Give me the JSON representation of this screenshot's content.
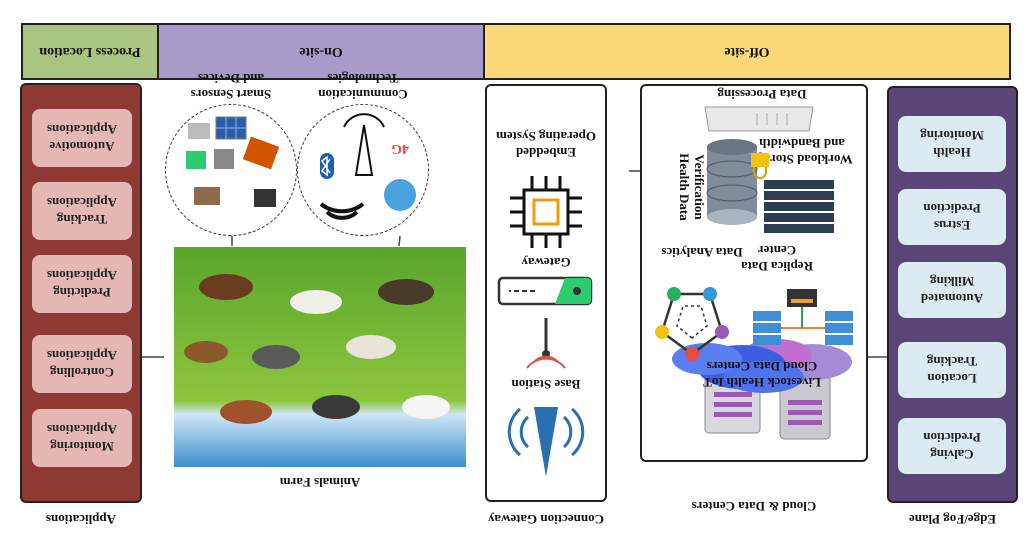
{
  "colors": {
    "process_location": "#a9c57f",
    "on_site": "#a89bc9",
    "off_site": "#fbd97a",
    "applications_panel": "#8e3a33",
    "application_pill": "#e6b8b5",
    "edge_panel": "#5a4577",
    "edge_pill": "#dcebf2"
  },
  "header": {
    "process_location": "Process Location",
    "on_site": "On-site",
    "off_site": "Off-site"
  },
  "applications": {
    "caption": "Applications",
    "items": [
      [
        "Monitoring",
        "Applications"
      ],
      [
        "Controlling",
        "Applications"
      ],
      [
        "Predicting",
        "Applications"
      ],
      [
        "Tracking",
        "Applications"
      ],
      [
        "Automotive",
        "Applications"
      ]
    ]
  },
  "sensors": {
    "title_line1": "Smart Sensors",
    "title_line2": "and Devices"
  },
  "communication": {
    "title_line1": "Communication",
    "title_line2": "Technologies"
  },
  "farm": {
    "caption": "Animals Farm"
  },
  "gateway": {
    "caption": "Connection Gateway",
    "embedded_line1": "Embedded",
    "embedded_line2": "Operating System",
    "gateway_label": "Gateway",
    "base_station_label": "Base Station"
  },
  "cloud": {
    "caption": "Cloud & Data Centers",
    "data_processing": "Data Processing",
    "workload_line1": "Workload Storage",
    "workload_line2": "and Bandwidth",
    "verification_line1": "Verification",
    "verification_line2": "Health Data",
    "data_analytics": "Data Analytics",
    "replica_line1": "Replica Data",
    "replica_line2": "Center",
    "cloud_centers_line1": "Livestock Health IoT",
    "cloud_centers_line2": "Cloud Data Centers"
  },
  "edge": {
    "caption": "Edge/Fog Plane",
    "items": [
      [
        "Calving",
        "Prediction"
      ],
      [
        "Location",
        "Tracking"
      ],
      [
        "Automated",
        "Milking"
      ],
      [
        "Estrus",
        "Prediction"
      ],
      [
        "Health",
        "Monitoring"
      ]
    ]
  },
  "icons": [
    "cpu-chip-icon",
    "router-icon",
    "antenna-signal-icon",
    "broadcast-tower-icon",
    "cloud-server-icon",
    "database-icon",
    "server-rack-icon",
    "network-pentagon-icon",
    "replica-network-icon",
    "wifi-icon",
    "bluetooth-icon",
    "zigbee-icon",
    "solar-panel-icon",
    "lock-icon"
  ]
}
